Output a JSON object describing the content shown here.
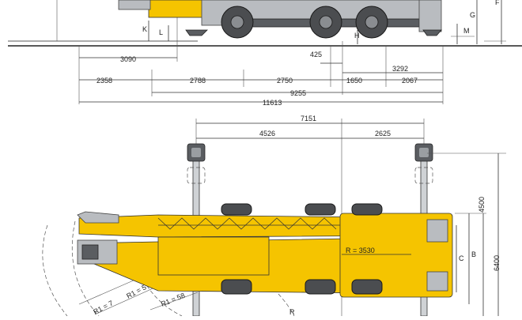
{
  "side_view": {
    "letters": [
      "K",
      "L",
      "H",
      "M",
      "G",
      "F"
    ],
    "row1": {
      "rear_overhang": "3090",
      "mid": "425",
      "front": "3292"
    },
    "row2": {
      "a": "2358",
      "b": "2788",
      "c": "2750",
      "d": "1650",
      "e": "2067"
    },
    "row3": {
      "wheelbase_total": "9255"
    },
    "row4": {
      "overall_length": "11613"
    }
  },
  "top_view": {
    "outrigger_span": "7151",
    "left_span": "4526",
    "right_span": "2625",
    "side_letters": [
      "C",
      "B"
    ],
    "widths": [
      "4500",
      "6400"
    ],
    "radius_label": "R = 3530",
    "partial_labels": [
      "R1 = 7",
      "R1 = 5",
      "R1 = 58",
      "R"
    ]
  }
}
